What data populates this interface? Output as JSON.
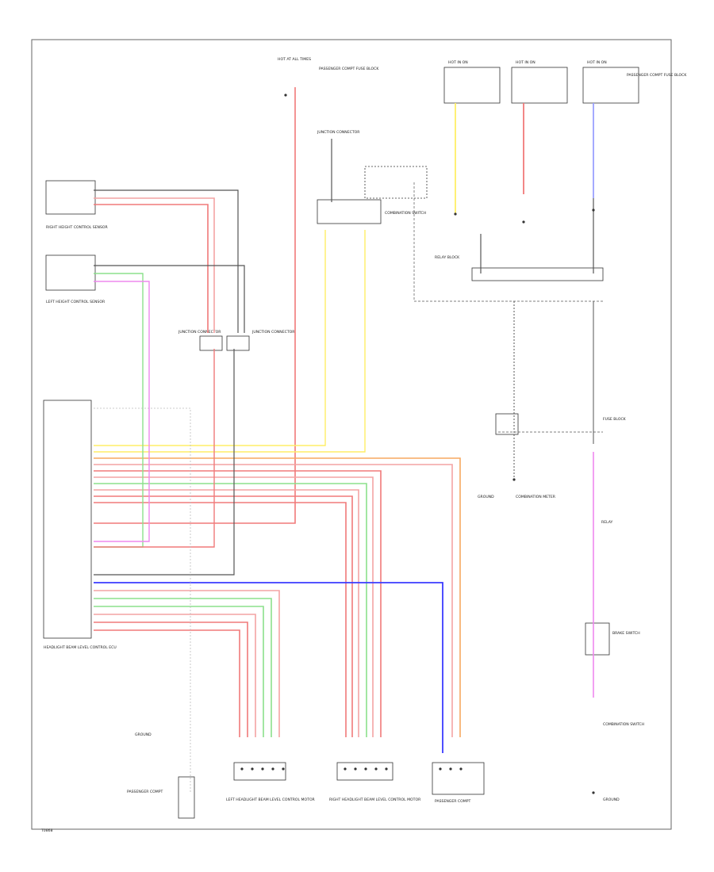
{
  "diagram": {
    "footer_code": "T0868",
    "colors": {
      "red": "#f07a7a",
      "pink": "#f4a3a3",
      "yellow": "#ffee66",
      "blue": "#3b3bff",
      "violet": "#c08ff0",
      "green": "#8ce08c",
      "orange": "#f7a860",
      "gray": "#555555",
      "magenta": "#ee88ee",
      "lavender": "#9aa0ff"
    },
    "labels": {
      "hot_top": "HOT AT ALL TIMES",
      "fuse_top": "PASSENGER COMPT FUSE BLOCK",
      "fuse1": "HOT IN ON",
      "fuse2": "HOT IN ON",
      "fuse3": "HOT IN ON",
      "fusebox_right": "PASSENGER COMPT FUSE BLOCK",
      "junction_conn": "JUNCTION CONNECTOR",
      "comb_switch": "COMBINATION SWITCH",
      "right_sensor": "RIGHT HEIGHT CONTROL SENSOR",
      "left_sensor": "LEFT HEIGHT CONTROL SENSOR",
      "junction_mid": "JUNCTION CONNECTOR",
      "junction_mid2": "JUNCTION CONNECTOR",
      "relay_block": "RELAY BLOCK",
      "ecu": "HEADLIGHT BEAM LEVEL CONTROL ECU",
      "ground_left": "GROUND",
      "passenger_left": "PASSENGER COMPT",
      "headlamp_left": "LEFT HEADLIGHT BEAM LEVEL CONTROL MOTOR",
      "headlamp_right": "RIGHT HEADLIGHT BEAM LEVEL CONTROL MOTOR",
      "passenger_box": "PASSENGER COMPT",
      "combination_meter": "COMBINATION METER",
      "brake_switch": "BRAKE SWITCH",
      "relay_right": "RELAY",
      "ground_right": "GROUND",
      "ground_mid": "GROUND",
      "fusebox_mid": "FUSE BLOCK",
      "combination_switch2": "COMBINATION SWITCH"
    }
  }
}
